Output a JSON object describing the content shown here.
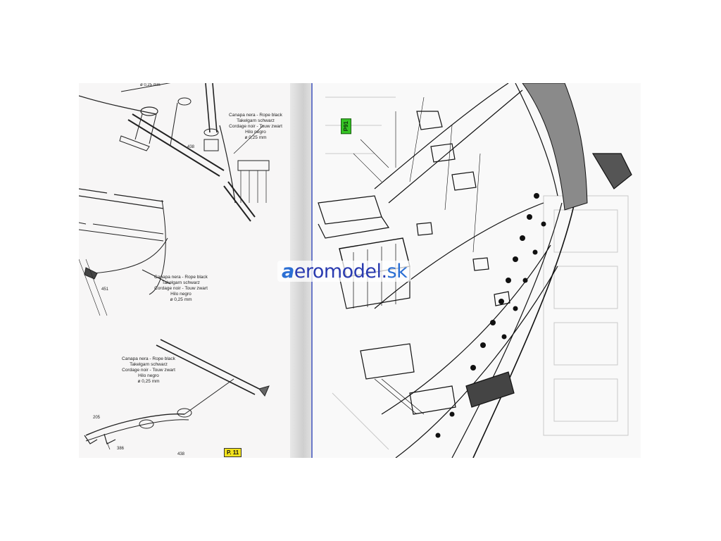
{
  "logo": {
    "prefix": "a",
    "word": "eromodel",
    "dot": ".",
    "tld": "sk"
  },
  "left_page": {
    "caption_top": "Canapa nera - Rope black\nTakelgarn schwarz\nCordage noir - Touw zwart\nHilo negro\nø 0,25 mm",
    "caption_mid": "Canapa nera - Rope black\nTakelgarn schwarz\nCordage noir - Touw zwart\nHilo negro\nø 0,25 mm",
    "caption_bottom": "Canapa nera - Rope black\nTakelgarn schwarz\nCordage noir - Touw zwart\nHilo negro\nø 0,25 mm",
    "dim_top": "ø 0,25 mm",
    "part_438_a": "438",
    "part_451": "451",
    "part_205": "205",
    "part_386": "386",
    "part_438_b": "438",
    "page_tag": "P. 11"
  },
  "right_page": {
    "green_tag": "P91"
  },
  "colors": {
    "logo_accent": "#2b6fd4",
    "logo_main": "#2a3bb0",
    "page_tag": "#f2e21c",
    "green_tag": "#35c424"
  }
}
